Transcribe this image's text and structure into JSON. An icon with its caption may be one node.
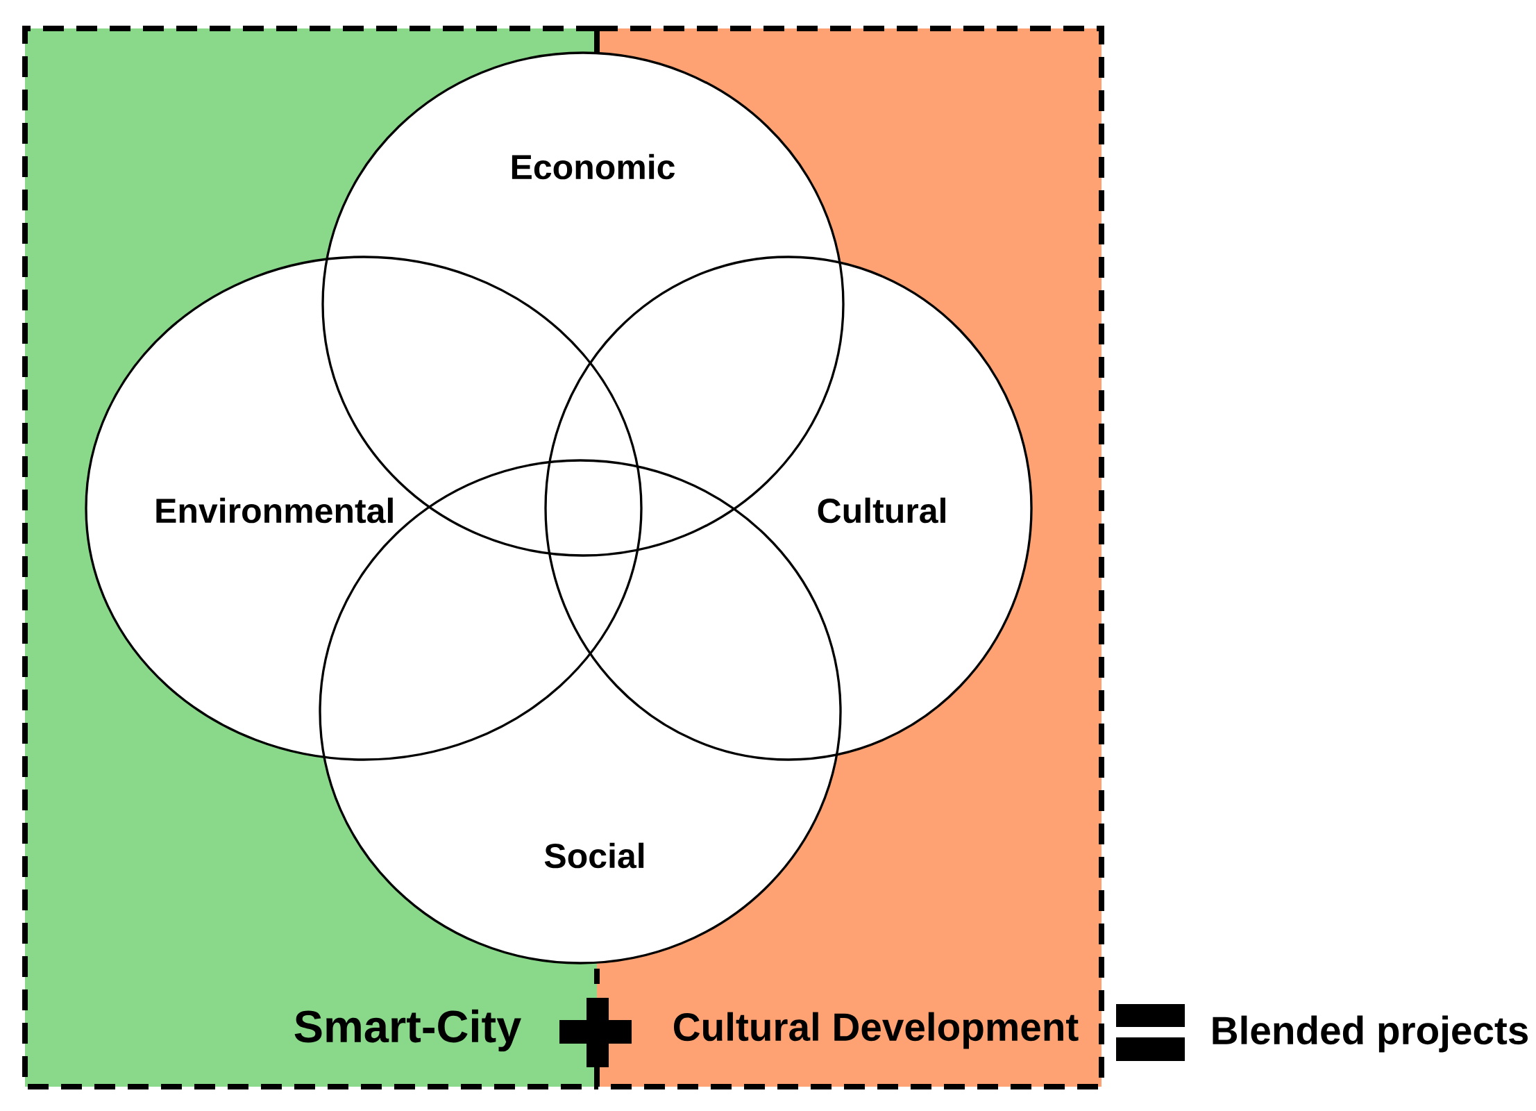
{
  "diagram": {
    "nodes": [
      {
        "text": [
          "Smart-City"
        ]
      },
      {
        "text": [
          "Cultural Development"
        ]
      },
      {
        "text": [
          "Economic"
        ]
      },
      {
        "text": [
          "Environmental"
        ]
      },
      {
        "text": [
          "Cultural"
        ]
      },
      {
        "text": [
          "Social"
        ]
      }
    ],
    "labels": [
      "Blended projects"
    ]
  }
}
